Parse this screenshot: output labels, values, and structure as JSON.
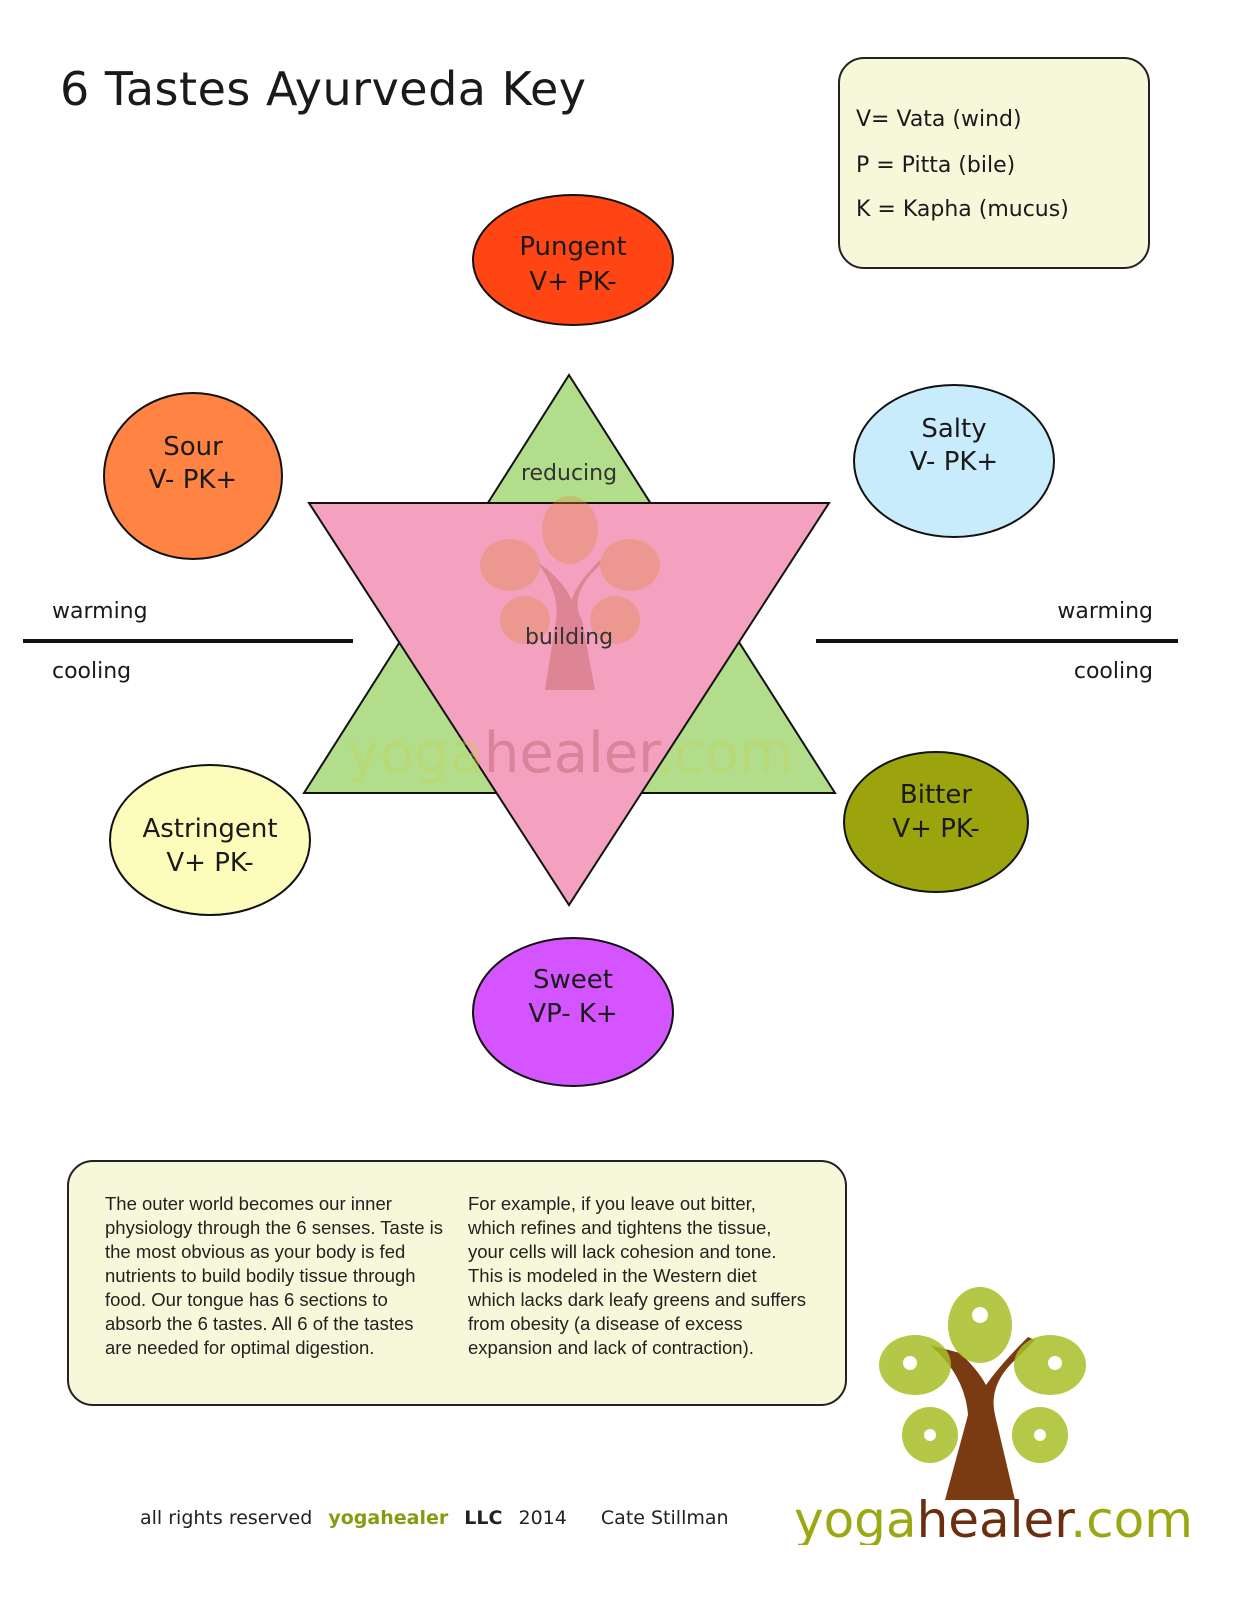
{
  "title": "6 Tastes Ayurveda Key",
  "legend": [
    "V= Vata (wind)",
    "P = Pitta (bile)",
    "K = Kapha (mucus)"
  ],
  "tastes": [
    {
      "name": "Pungent",
      "effect": "V+ PK-",
      "color": "#ff4513"
    },
    {
      "name": "Sour",
      "effect": "V- PK+",
      "color": "#ff8443"
    },
    {
      "name": "Salty",
      "effect": "V- PK+",
      "color": "#c8ecfb"
    },
    {
      "name": "Astringent",
      "effect": "V+ PK-",
      "color": "#fefcbb"
    },
    {
      "name": "Bitter",
      "effect": "V+ PK-",
      "color": "#9ba40d"
    },
    {
      "name": "Sweet",
      "effect": "VP- K+",
      "color": "#d455ff"
    }
  ],
  "triangles": {
    "upward": {
      "label": "reducing",
      "color": "#b2de8c"
    },
    "downward": {
      "label": "building",
      "color": "#f4a1bf"
    }
  },
  "axis": {
    "left": {
      "top": "warming",
      "bottom": "cooling"
    },
    "right": {
      "top": "warming",
      "bottom": "cooling"
    }
  },
  "watermark": {
    "part1": "yoga",
    "part2": "healer",
    "part3": ".com"
  },
  "info": {
    "col1": "The outer world becomes our inner physiology through the 6 senses. Taste is the most obvious as your body is fed nutrients to build bodily tissue through food. Our tongue has 6 sections to absorb the 6 tastes. All 6 of the tastes are needed for optimal digestion.",
    "col2": "For example, if you leave out bitter, which refines and tightens the tissue, your cells will lack cohesion and tone. This is modeled in the Western diet which lacks dark leafy greens and suffers from obesity (a disease of excess expansion and lack of contraction)."
  },
  "footer": {
    "rights": "all rights reserved",
    "brand": "yogahealer",
    "llc": "LLC",
    "year": "2014",
    "author": "Cate Stillman"
  },
  "logo": {
    "part1": "yoga",
    "part2": "healer",
    "part3": ".com",
    "green": "#9aa813",
    "brown": "#6b2e0e"
  }
}
